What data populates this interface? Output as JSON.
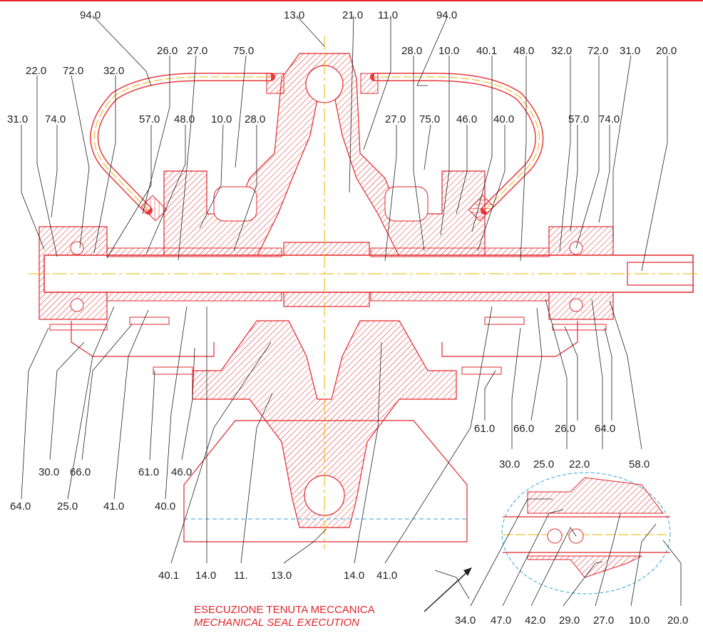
{
  "labels": {
    "top_left": [
      "94.0",
      "26.0",
      "27.0",
      "75.0",
      "22.0",
      "72.0",
      "32.0",
      "31.0",
      "74.0",
      "57.0",
      "48.0",
      "10.0",
      "28.0"
    ],
    "top_center": [
      "13.0",
      "21.0",
      "11.0"
    ],
    "top_right": [
      "94.0",
      "28.0",
      "10.0",
      "40.1",
      "48.0",
      "32.0",
      "72.0",
      "31.0",
      "20.0",
      "27.0",
      "75.0",
      "46.0",
      "40.0",
      "57.0",
      "74.0"
    ],
    "bottom_left": [
      "64.0",
      "25.0",
      "41.0",
      "40.0",
      "30.0",
      "66.0",
      "61.0",
      "46.0"
    ],
    "bottom_center": [
      "40.1",
      "14.0",
      "11.",
      "13.0",
      "14.0",
      "41.0"
    ],
    "bottom_right": [
      "30.0",
      "25.0",
      "22.0",
      "58.0",
      "61.0",
      "66.0",
      "26.0",
      "64.0"
    ],
    "detail": [
      "34.0",
      "47.0",
      "42.0",
      "29.0",
      "27.0",
      "10.0",
      "20.0"
    ]
  },
  "caption": {
    "line1": "ESECUZIONE TENUTA MECCANICA",
    "line2": "MECHANICAL SEAL EXECUTION"
  },
  "colors": {
    "part_outline": "#e3262b",
    "centerline": "#e8b400",
    "detail_circle": "#2aa7d8",
    "leader": "#222222",
    "label_text": "#222222"
  }
}
